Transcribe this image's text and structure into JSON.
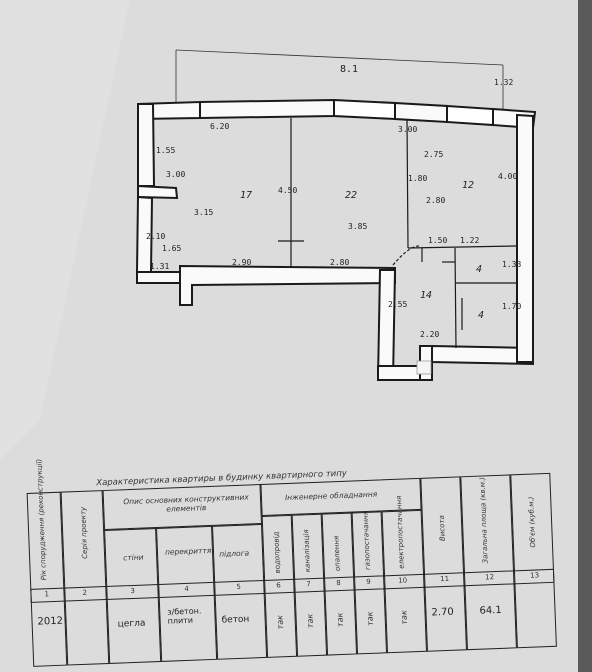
{
  "plan": {
    "overall_width": "8.1",
    "top_left_dim": "6.20",
    "top_right_dim": "3.00",
    "right_offset": "1.32",
    "dims": {
      "left_upper": "1.55",
      "left_niche": "3.00",
      "balcony_side": "3.15",
      "balcony_w": "2.10",
      "balcony_h": "1.65",
      "balcony_bottom": "1.31",
      "room1_bottom": "2.90",
      "room2_bottom": "2.80",
      "room2_height": "4.50",
      "room2_inner": "3.85",
      "hall_width": "1.80",
      "kitchen_h": "2.75",
      "kitchen_w": "4.00",
      "kitchen_inner": "2.80",
      "corridor_small": "1.50",
      "bath_w": "1.22",
      "bath_h1": "1.33",
      "bath_h2": "1.70",
      "entry_w": "2.20",
      "hall_h": "2.55"
    },
    "rooms": [
      "17",
      "22",
      "12",
      "14",
      "4",
      "4"
    ]
  },
  "table": {
    "caption": "Характеристика квартиры в будинку квартирного типу",
    "headers": {
      "col1": "Рік спорудження (реконструкції)",
      "col2": "Серія проекту",
      "group1": "Опис основних конструктивних елементів",
      "walls": "стіни",
      "floors": "перекриття",
      "floor_cover": "підлога",
      "group2": "Інженерне обладнання",
      "eng1": "водопровід",
      "eng2": "каналізація",
      "eng3": "опалення",
      "eng4": "газопостачання",
      "eng5": "електропостачання",
      "height": "Висота",
      "total_area": "Загальна площа (кв.м.)",
      "volume": "Об'єм (куб.м.)"
    },
    "numbers": [
      "1",
      "2",
      "3",
      "4",
      "5",
      "6",
      "7",
      "8",
      "9",
      "10",
      "11",
      "12",
      "13"
    ],
    "row": {
      "year": "2012",
      "walls": "цегла",
      "floors": "з/бетон. плити",
      "floor_cover": "бетон",
      "eng1": "так",
      "eng2": "так",
      "eng3": "так",
      "eng4": "так",
      "eng5": "так",
      "height": "2.70",
      "area": "64.1"
    }
  }
}
